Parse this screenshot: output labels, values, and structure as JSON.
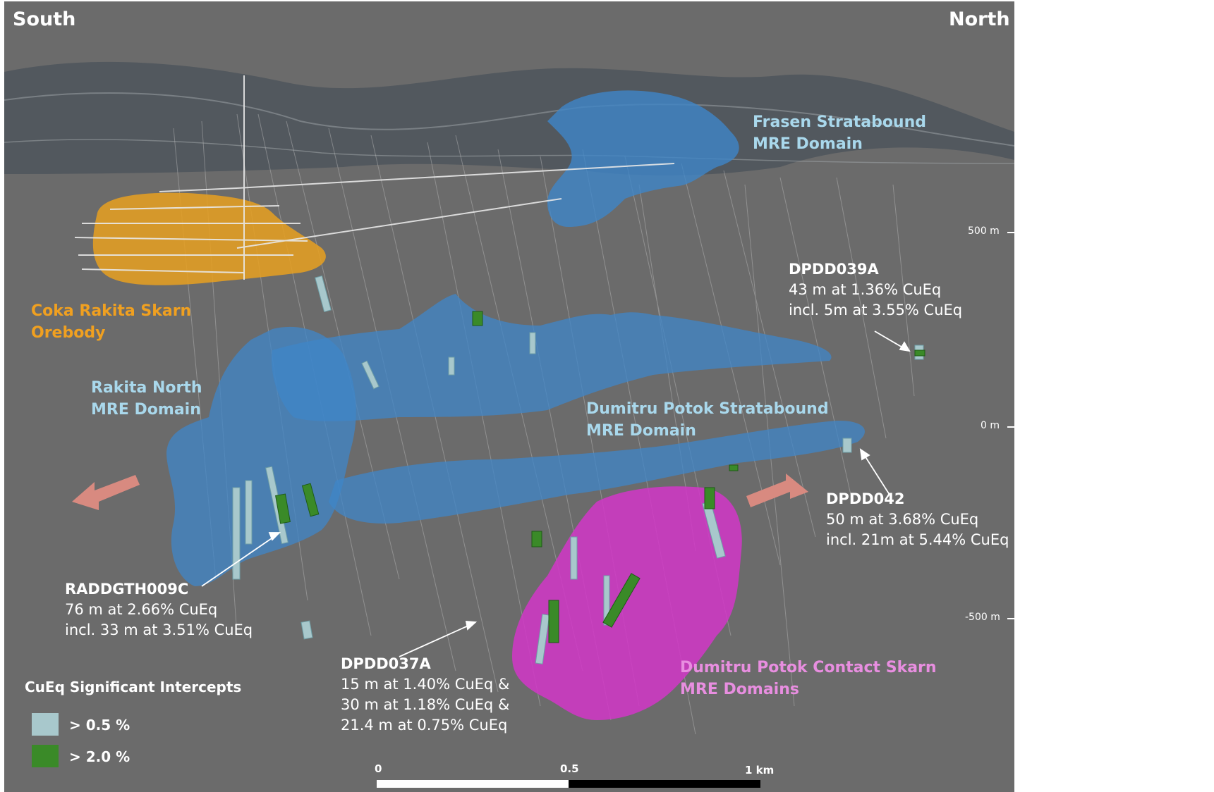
{
  "orientation": {
    "left": "South",
    "right": "North"
  },
  "domains": {
    "frasen": {
      "line1": "Frasen Stratabound",
      "line2": "MRE Domain",
      "color": "#a9d8ec"
    },
    "coka": {
      "line1": "Coka Rakita Skarn",
      "line2": "Orebody",
      "color": "#f0a020"
    },
    "rakita_north": {
      "line1": "Rakita North",
      "line2": "MRE Domain",
      "color": "#a9d8ec"
    },
    "dumitru_strat": {
      "line1": "Dumitru Potok Stratabound",
      "line2": "MRE Domain",
      "color": "#a9d8ec"
    },
    "dumitru_skarn": {
      "line1": "Dumitru Potok Contact Skarn",
      "line2": "MRE Domains",
      "color": "#e88ee0"
    }
  },
  "drillholes": {
    "dpdd039a": {
      "id": "DPDD039A",
      "line1": "43 m at 1.36% CuEq",
      "line2": "incl. 5m at 3.55% CuEq"
    },
    "dpdd042": {
      "id": "DPDD042",
      "line1": "50 m at 3.68% CuEq",
      "line2": "incl. 21m at 5.44% CuEq"
    },
    "raddgth009c": {
      "id": "RADDGTH009C",
      "line1": "76 m at 2.66% CuEq",
      "line2": "incl. 33 m at 3.51% CuEq"
    },
    "dpdd037a": {
      "id": "DPDD037A",
      "line1": "15 m at 1.40% CuEq &",
      "line2": "30 m at 1.18% CuEq &",
      "line3": "21.4 m at 0.75% CuEq"
    }
  },
  "elevations": {
    "e500": "500 m",
    "e0": "0 m",
    "em500": "-500 m"
  },
  "legend": {
    "title": "CuEq Significant Intercepts",
    "items": [
      {
        "label": "> 0.5 %",
        "color": "#a8c8cc"
      },
      {
        "label": "> 2.0 %",
        "color": "#3a8a28"
      }
    ]
  },
  "scale_bar": {
    "tick0": "0",
    "tick1": "0.5",
    "tick2": "1 km"
  },
  "colors": {
    "background": "#6b6b6b",
    "stratabound_blue": "#3f86c8",
    "skarn_magenta": "#d236c8",
    "orebody_orange": "#e8a020",
    "arrow_pink": "#d88a80"
  }
}
